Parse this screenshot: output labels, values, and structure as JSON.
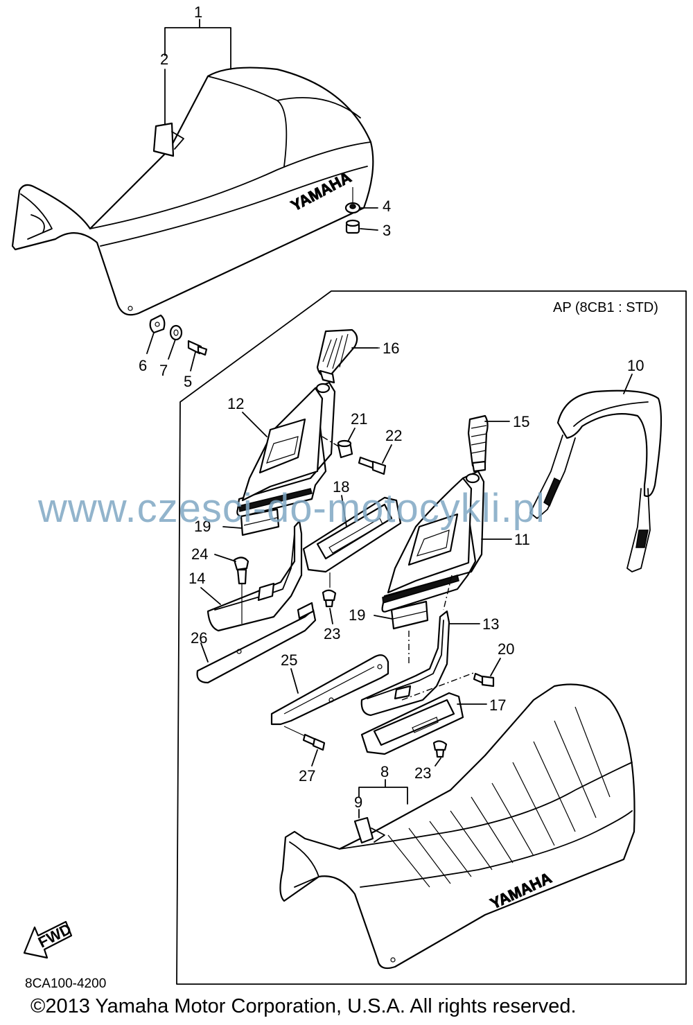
{
  "diagram": {
    "variant_label": "AP (8CB1 : STD)",
    "code": "8CA100-4200",
    "copyright": "©2013 Yamaha Motor Corporation, U.S.A. All rights reserved.",
    "watermark": "www.czesci-do-motocykli.pl",
    "fwd_label": "FWD",
    "seat_brand": "YAMAHA"
  },
  "callouts": [
    {
      "id": "c1",
      "text": "1"
    },
    {
      "id": "c2",
      "text": "2"
    },
    {
      "id": "c3",
      "text": "3"
    },
    {
      "id": "c4",
      "text": "4"
    },
    {
      "id": "c5",
      "text": "5"
    },
    {
      "id": "c6",
      "text": "6"
    },
    {
      "id": "c7",
      "text": "7"
    },
    {
      "id": "c8",
      "text": "8"
    },
    {
      "id": "c9",
      "text": "9"
    },
    {
      "id": "c10",
      "text": "10"
    },
    {
      "id": "c11",
      "text": "11"
    },
    {
      "id": "c12",
      "text": "12"
    },
    {
      "id": "c13",
      "text": "13"
    },
    {
      "id": "c14",
      "text": "14"
    },
    {
      "id": "c15",
      "text": "15"
    },
    {
      "id": "c16",
      "text": "16"
    },
    {
      "id": "c17",
      "text": "17"
    },
    {
      "id": "c18",
      "text": "18"
    },
    {
      "id": "c19a",
      "text": "19"
    },
    {
      "id": "c19b",
      "text": "19"
    },
    {
      "id": "c20",
      "text": "20"
    },
    {
      "id": "c21",
      "text": "21"
    },
    {
      "id": "c22",
      "text": "22"
    },
    {
      "id": "c23a",
      "text": "23"
    },
    {
      "id": "c23b",
      "text": "23"
    },
    {
      "id": "c24",
      "text": "24"
    },
    {
      "id": "c25",
      "text": "25"
    },
    {
      "id": "c26",
      "text": "26"
    },
    {
      "id": "c27",
      "text": "27"
    }
  ]
}
